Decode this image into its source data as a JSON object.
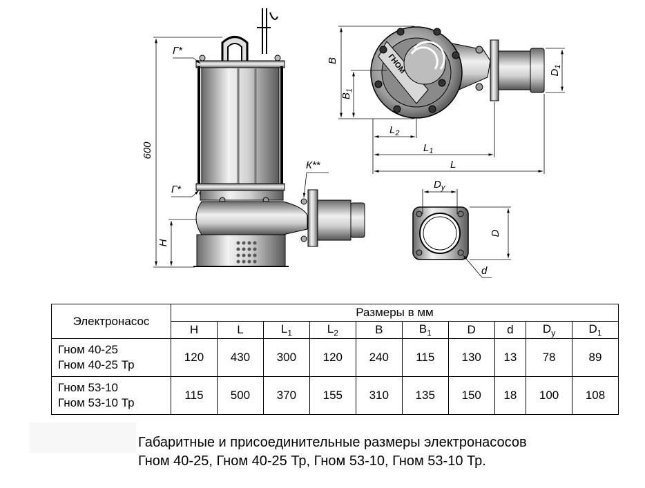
{
  "drawing": {
    "labels": {
      "g_top": "Г*",
      "g_bottom": "Г*",
      "k": "К**",
      "height_600": "600",
      "h": "H",
      "b": "B",
      "b1": "B",
      "b1_sub": "1",
      "l": "L",
      "l1": "L",
      "l1_sub": "1",
      "l2": "L",
      "l2_sub": "2",
      "d1": "D",
      "d1_sub": "1",
      "dy": "D",
      "dy_sub": "y",
      "d_big": "D",
      "d_small": "d",
      "pump_logo": "ГНОМ"
    }
  },
  "table": {
    "header_pump": "Электронасос",
    "header_dims": "Размеры в мм",
    "columns": [
      {
        "main": "H",
        "sub": ""
      },
      {
        "main": "L",
        "sub": ""
      },
      {
        "main": "L",
        "sub": "1"
      },
      {
        "main": "L",
        "sub": "2"
      },
      {
        "main": "B",
        "sub": ""
      },
      {
        "main": "B",
        "sub": "1"
      },
      {
        "main": "D",
        "sub": ""
      },
      {
        "main": "d",
        "sub": ""
      },
      {
        "main": "D",
        "sub": "y"
      },
      {
        "main": "D",
        "sub": "1"
      }
    ],
    "rows": [
      {
        "name1": "Гном 40-25",
        "name2": "Гном 40-25 Тр",
        "values": [
          "120",
          "430",
          "300",
          "120",
          "240",
          "115",
          "130",
          "13",
          "78",
          "89"
        ]
      },
      {
        "name1": "Гном 53-10",
        "name2": "Гном 53-10 Тр",
        "values": [
          "115",
          "500",
          "370",
          "155",
          "310",
          "135",
          "150",
          "18",
          "100",
          "108"
        ]
      }
    ]
  },
  "caption": {
    "line1": "Габаритные и присоединительные размеры электронасосов",
    "line2": "Гном 40-25, Гном 40-25 Тр, Гном 53-10, Гном 53-10 Тр."
  }
}
